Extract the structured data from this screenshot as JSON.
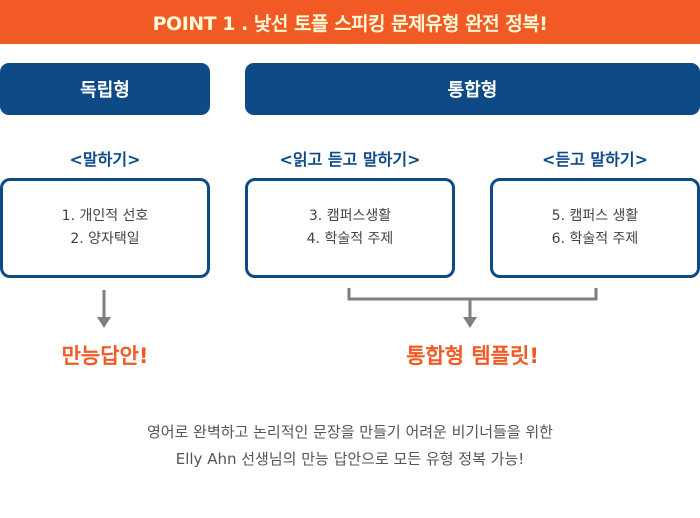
{
  "banner": {
    "title": "POINT 1 . 낯선 토플 스피킹 문제유형 완전 정복!"
  },
  "categories": {
    "independent": "독립형",
    "integrated": "통합형"
  },
  "sections": [
    {
      "heading": "<말하기>",
      "items": [
        "1. 개인적 선호",
        "2. 양자택일"
      ]
    },
    {
      "heading": "<읽고 듣고 말하기>",
      "items": [
        "3. 캠퍼스생활",
        "4. 학술적 주제"
      ]
    },
    {
      "heading": "<듣고 말하기>",
      "items": [
        "5. 캠퍼스 생활",
        "6. 학술적 주제"
      ]
    }
  ],
  "results": {
    "independent": "만능답안!",
    "integrated": "통합형 템플릿!"
  },
  "description": {
    "line1": "영어로 완벽하고 논리적인 문장을 만들기 어려운 비기너들을 위한",
    "line2": "Elly Ahn 선생님의 만능 답안으로 모든 유형 정복 가능!"
  },
  "colors": {
    "banner": "#f15a24",
    "navy": "#0d4a86",
    "accent": "#f15a24",
    "connector": "#7f7f7f"
  }
}
